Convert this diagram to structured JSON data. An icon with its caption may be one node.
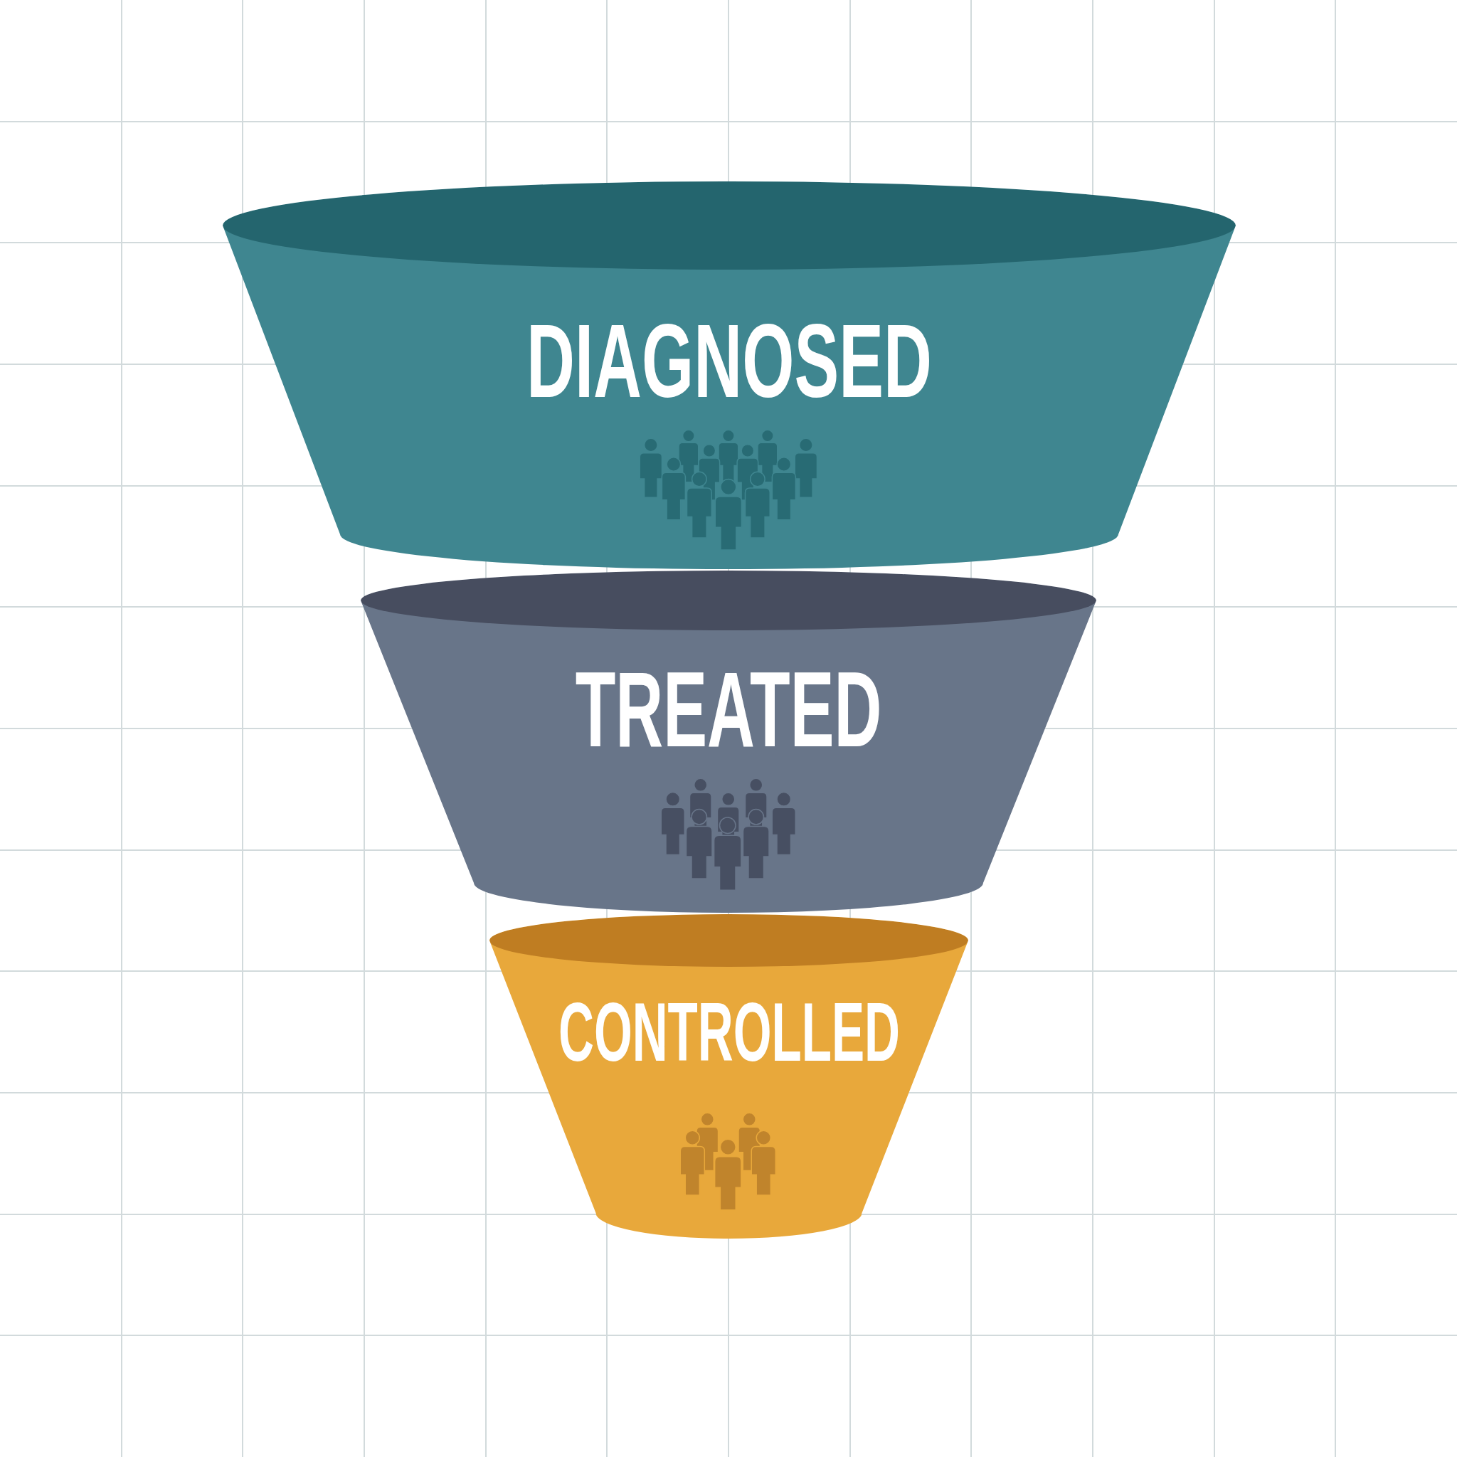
{
  "diagram": {
    "nodes": [
      {
        "text": [
          "DIAGNOSED"
        ]
      },
      {
        "text": [
          "TREATED"
        ]
      },
      {
        "text": [
          "CONTROLLED"
        ]
      }
    ]
  }
}
